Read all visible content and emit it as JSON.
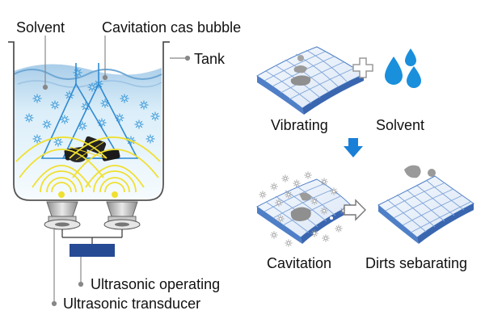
{
  "left_diagram": {
    "labels": {
      "solvent": "Solvent",
      "bubble": "Cavitation cas bubble",
      "tank": "Tank",
      "operating": "Ultrasonic operating",
      "transducer": "Ultrasonic transducer"
    }
  },
  "right_diagram": {
    "labels": {
      "vibrating": "Vibrating",
      "solvent": "Solvent",
      "cavitation": "Cavitation",
      "dirts": "Dirts sebarating"
    },
    "plus_symbol": "+",
    "icons": [
      "tile-grid-icon",
      "plus-icon",
      "water-drops-icon",
      "down-arrow-icon",
      "right-arrow-icon",
      "dirt-particle-icon"
    ]
  },
  "colors": {
    "water": "#cfe6f6",
    "tank_outline": "#555555",
    "wave": "#f0e030",
    "bubble": "#3a9ad9",
    "tile": "#4f7fc7",
    "drop": "#1a8fdc",
    "arrow": "#1a7fd6",
    "operator": "#274a95",
    "transducer": "#b8b8b8"
  }
}
